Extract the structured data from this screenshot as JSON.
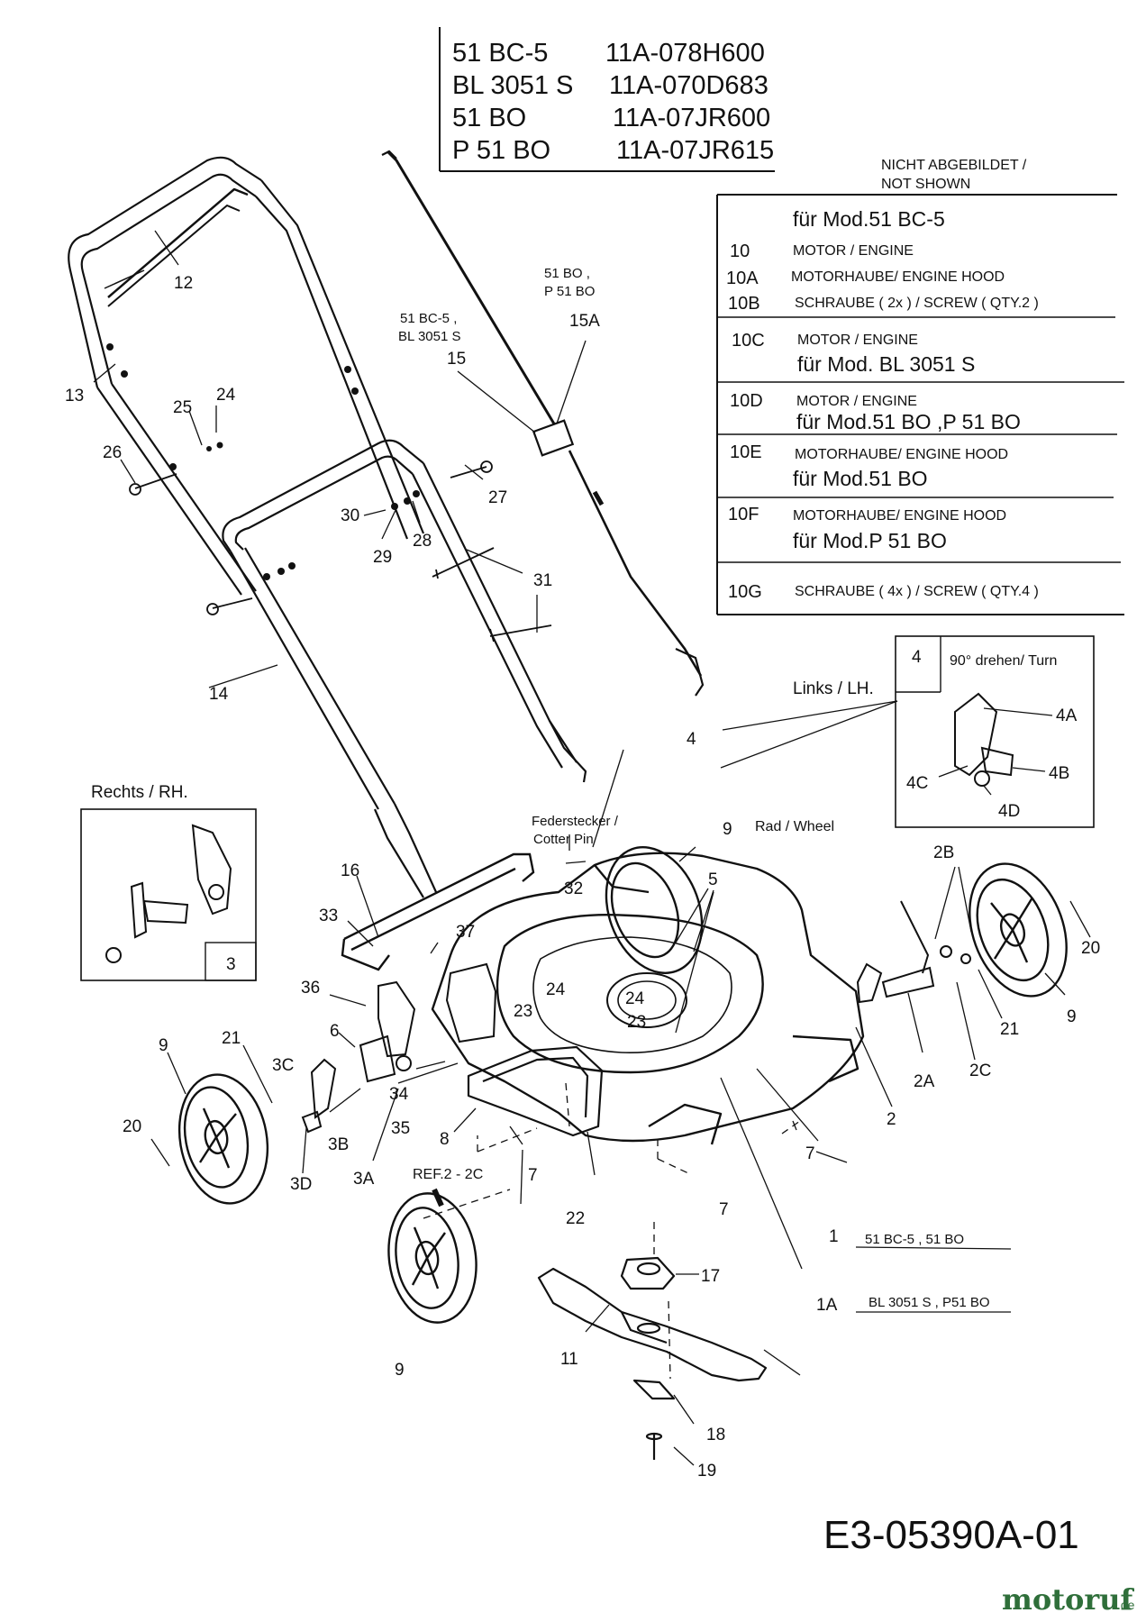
{
  "models": [
    {
      "name": "51 BC-5",
      "number": "11A-078H600"
    },
    {
      "name": "BL 3051 S",
      "number": "11A-070D683"
    },
    {
      "name": "51 BO",
      "number": "11A-07JR600"
    },
    {
      "name": "P 51 BO",
      "number": "11A-07JR615"
    }
  ],
  "not_shown": {
    "heading_line1": "NICHT ABGEBILDET /",
    "heading_line2": "NOT SHOWN",
    "rows": [
      {
        "id": "",
        "text": "für Mod.51 BC-5"
      },
      {
        "id": "10",
        "text": "MOTOR / ENGINE"
      },
      {
        "id": "10A",
        "text": "MOTORHAUBE/ ENGINE HOOD"
      },
      {
        "id": "10B",
        "text": "SCHRAUBE ( 2x ) / SCREW ( QTY.2 )"
      },
      {
        "id": "10C",
        "text": "MOTOR / ENGINE"
      },
      {
        "id": "",
        "text": "für Mod. BL 3051 S"
      },
      {
        "id": "10D",
        "text": "MOTOR / ENGINE"
      },
      {
        "id": "",
        "text": "für Mod.51 BO ,P 51 BO"
      },
      {
        "id": "10E",
        "text": "MOTORHAUBE/ ENGINE HOOD"
      },
      {
        "id": "",
        "text": "für Mod.51 BO"
      },
      {
        "id": "10F",
        "text": "MOTORHAUBE/ ENGINE HOOD"
      },
      {
        "id": "",
        "text": "für Mod.P 51 BO"
      },
      {
        "id": "10G",
        "text": "SCHRAUBE ( 4x ) / SCREW ( QTY.4 )"
      }
    ]
  },
  "inset_left": {
    "title": "Links / LH.",
    "box_num": "4",
    "box_note": "90° drehen/ Turn",
    "parts": [
      "4A",
      "4B",
      "4C",
      "4D"
    ]
  },
  "inset_right": {
    "title": "Rechts / RH.",
    "box_num": "3"
  },
  "texts": {
    "cotter_line1": "Federstecker /",
    "cotter_line2": "Cotter Pin",
    "wheel": "Rad / Wheel",
    "ref": "REF.2 - 2C",
    "cable_bo_line1": "51 BO ,",
    "cable_bo_line2": "P 51 BO",
    "cable_bc_line1": "51 BC-5 ,",
    "cable_bc_line2": "BL 3051 S",
    "deck1_note": "51 BC-5 , 51 BO",
    "deck1a_note": "BL 3051 S , P51 BO",
    "code": "E3-05390A-01",
    "brand": "motoruf",
    "brand_suffix": ".de"
  },
  "callouts": [
    "12",
    "13",
    "24",
    "25",
    "26",
    "27",
    "28",
    "29",
    "30",
    "31",
    "14",
    "15",
    "15A",
    "16",
    "33",
    "37",
    "36",
    "6",
    "3C",
    "21",
    "9",
    "20",
    "3B",
    "3D",
    "3A",
    "34",
    "35",
    "8",
    "23",
    "24",
    "23",
    "24",
    "32",
    "5",
    "9",
    "2B",
    "20",
    "21",
    "9",
    "2",
    "2A",
    "2C",
    "7",
    "7",
    "7",
    "22",
    "1",
    "1A",
    "17",
    "11",
    "18",
    "19",
    "9",
    "4"
  ]
}
